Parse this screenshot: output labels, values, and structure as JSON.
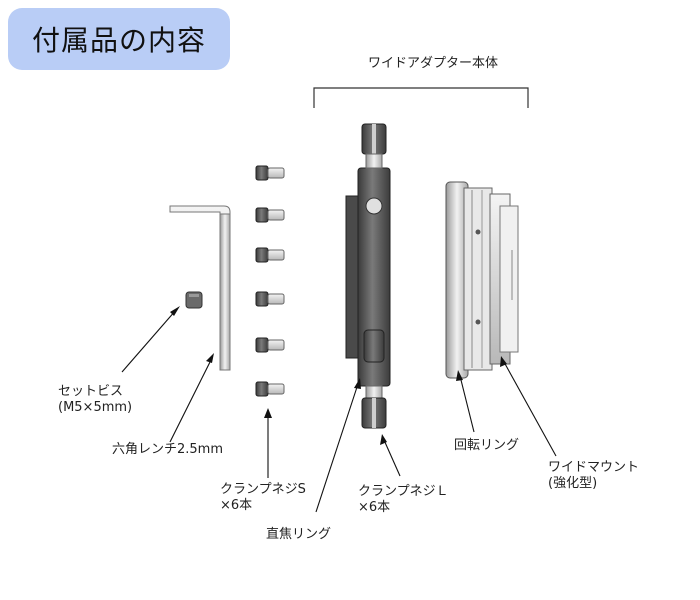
{
  "title": "付属品の内容",
  "labels": {
    "adapter_body": "ワイドアダプター本体",
    "set_screw_line1": "セットビス",
    "set_screw_line2": "(M5×5mm)",
    "hex_wrench": "六角レンチ2.5mm",
    "clamp_screw_s_line1": "クランプネジS",
    "clamp_screw_s_line2": "×6本",
    "clamp_screw_l_line1": "クランプネジＬ",
    "clamp_screw_l_line2": "×6本",
    "focus_ring": "直焦リング",
    "rotation_ring": "回転リング",
    "wide_mount_line1": "ワイドマウント",
    "wide_mount_line2": "(強化型)"
  },
  "colors": {
    "title_bg": "#b9cdf6",
    "dark_metal": "#5a5a5a",
    "light_metal": "#d6d6d6",
    "outline": "#222222"
  }
}
